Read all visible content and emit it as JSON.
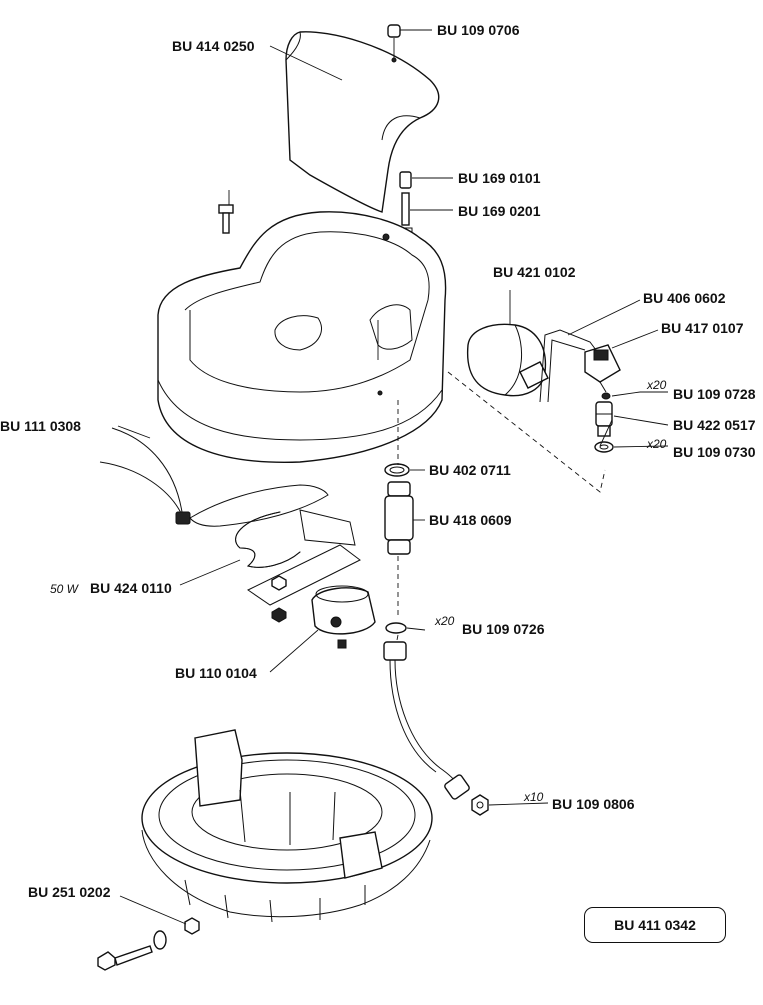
{
  "parts": [
    {
      "id": "lid",
      "code": "BU 414 0250"
    },
    {
      "id": "lid_screw",
      "code": "BU 109 0706"
    },
    {
      "id": "valve_cap",
      "code": "BU 169 0101"
    },
    {
      "id": "valve_stem",
      "code": "BU 169 0201"
    },
    {
      "id": "float",
      "code": "BU 421 0102"
    },
    {
      "id": "float_arm",
      "code": "BU 406 0602"
    },
    {
      "id": "valve_body",
      "code": "BU 417 0107"
    },
    {
      "id": "washer_a",
      "code": "BU 109 0728",
      "qty": "x20"
    },
    {
      "id": "fitting",
      "code": "BU 422 0517"
    },
    {
      "id": "washer_b",
      "code": "BU 109 0730",
      "qty": "x20"
    },
    {
      "id": "cable",
      "code": "BU 111 0308"
    },
    {
      "id": "oring",
      "code": "BU 402 0711"
    },
    {
      "id": "riser",
      "code": "BU 418 0609"
    },
    {
      "id": "heater",
      "code": "BU 424 0110",
      "qty": "50 W"
    },
    {
      "id": "washer_c",
      "code": "BU 109 0726",
      "qty": "x20"
    },
    {
      "id": "thermostat",
      "code": "BU 110 0104"
    },
    {
      "id": "nut",
      "code": "BU 109 0806",
      "qty": "x10"
    },
    {
      "id": "anchor_bolt",
      "code": "BU 251 0202"
    }
  ],
  "assembly": {
    "code": "BU 411 0342"
  }
}
